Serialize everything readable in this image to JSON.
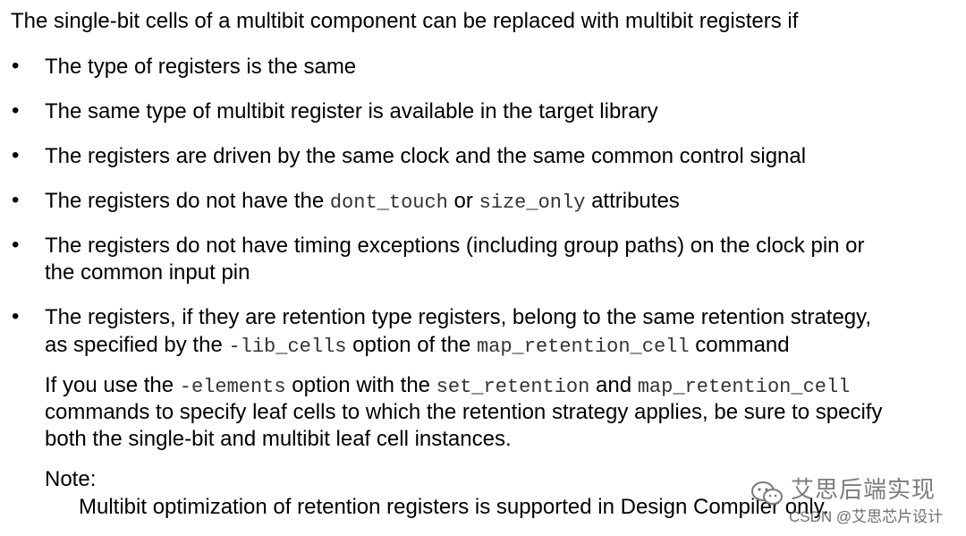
{
  "intro": "The single-bit cells of a multibit component can be replaced with multibit registers if",
  "bullet_glyph": "•",
  "items": [
    {
      "text": "The type of registers is the same"
    },
    {
      "text": "The same type of multibit register is available in the target library"
    },
    {
      "text": "The registers are driven by the same clock and the same common control signal"
    },
    {
      "pre": "The registers do not have the ",
      "code1": "dont_touch",
      "mid": " or ",
      "code2": "size_only",
      "post": " attributes"
    },
    {
      "line1": "The registers do not have timing exceptions (including group paths) on the clock pin or",
      "line2": "the common input pin"
    },
    {
      "line1": "The registers, if they are retention type registers, belong to the same retention strategy,",
      "line2_pre": "as specified by the ",
      "line2_code1": "-lib_cells",
      "line2_mid": " option of the ",
      "line2_code2": "map_retention_cell",
      "line2_post": " command"
    }
  ],
  "para": {
    "l1_pre": "If you use the ",
    "l1_code1": "-elements",
    "l1_mid": " option with the ",
    "l1_code2": "set_retention",
    "l1_and": " and ",
    "l1_code3": "map_retention_cell",
    "l2": "commands to specify leaf cells to which the retention strategy applies, be sure to specify",
    "l3": "both the single-bit and multibit leaf cell instances."
  },
  "note": {
    "label": "Note:",
    "text": "Multibit optimization of retention registers is supported in Design Compiler only."
  },
  "watermark": {
    "title": "艾思后端实现",
    "sub": "CSDN @艾思芯片设计",
    "icon": "wechat-icon"
  }
}
